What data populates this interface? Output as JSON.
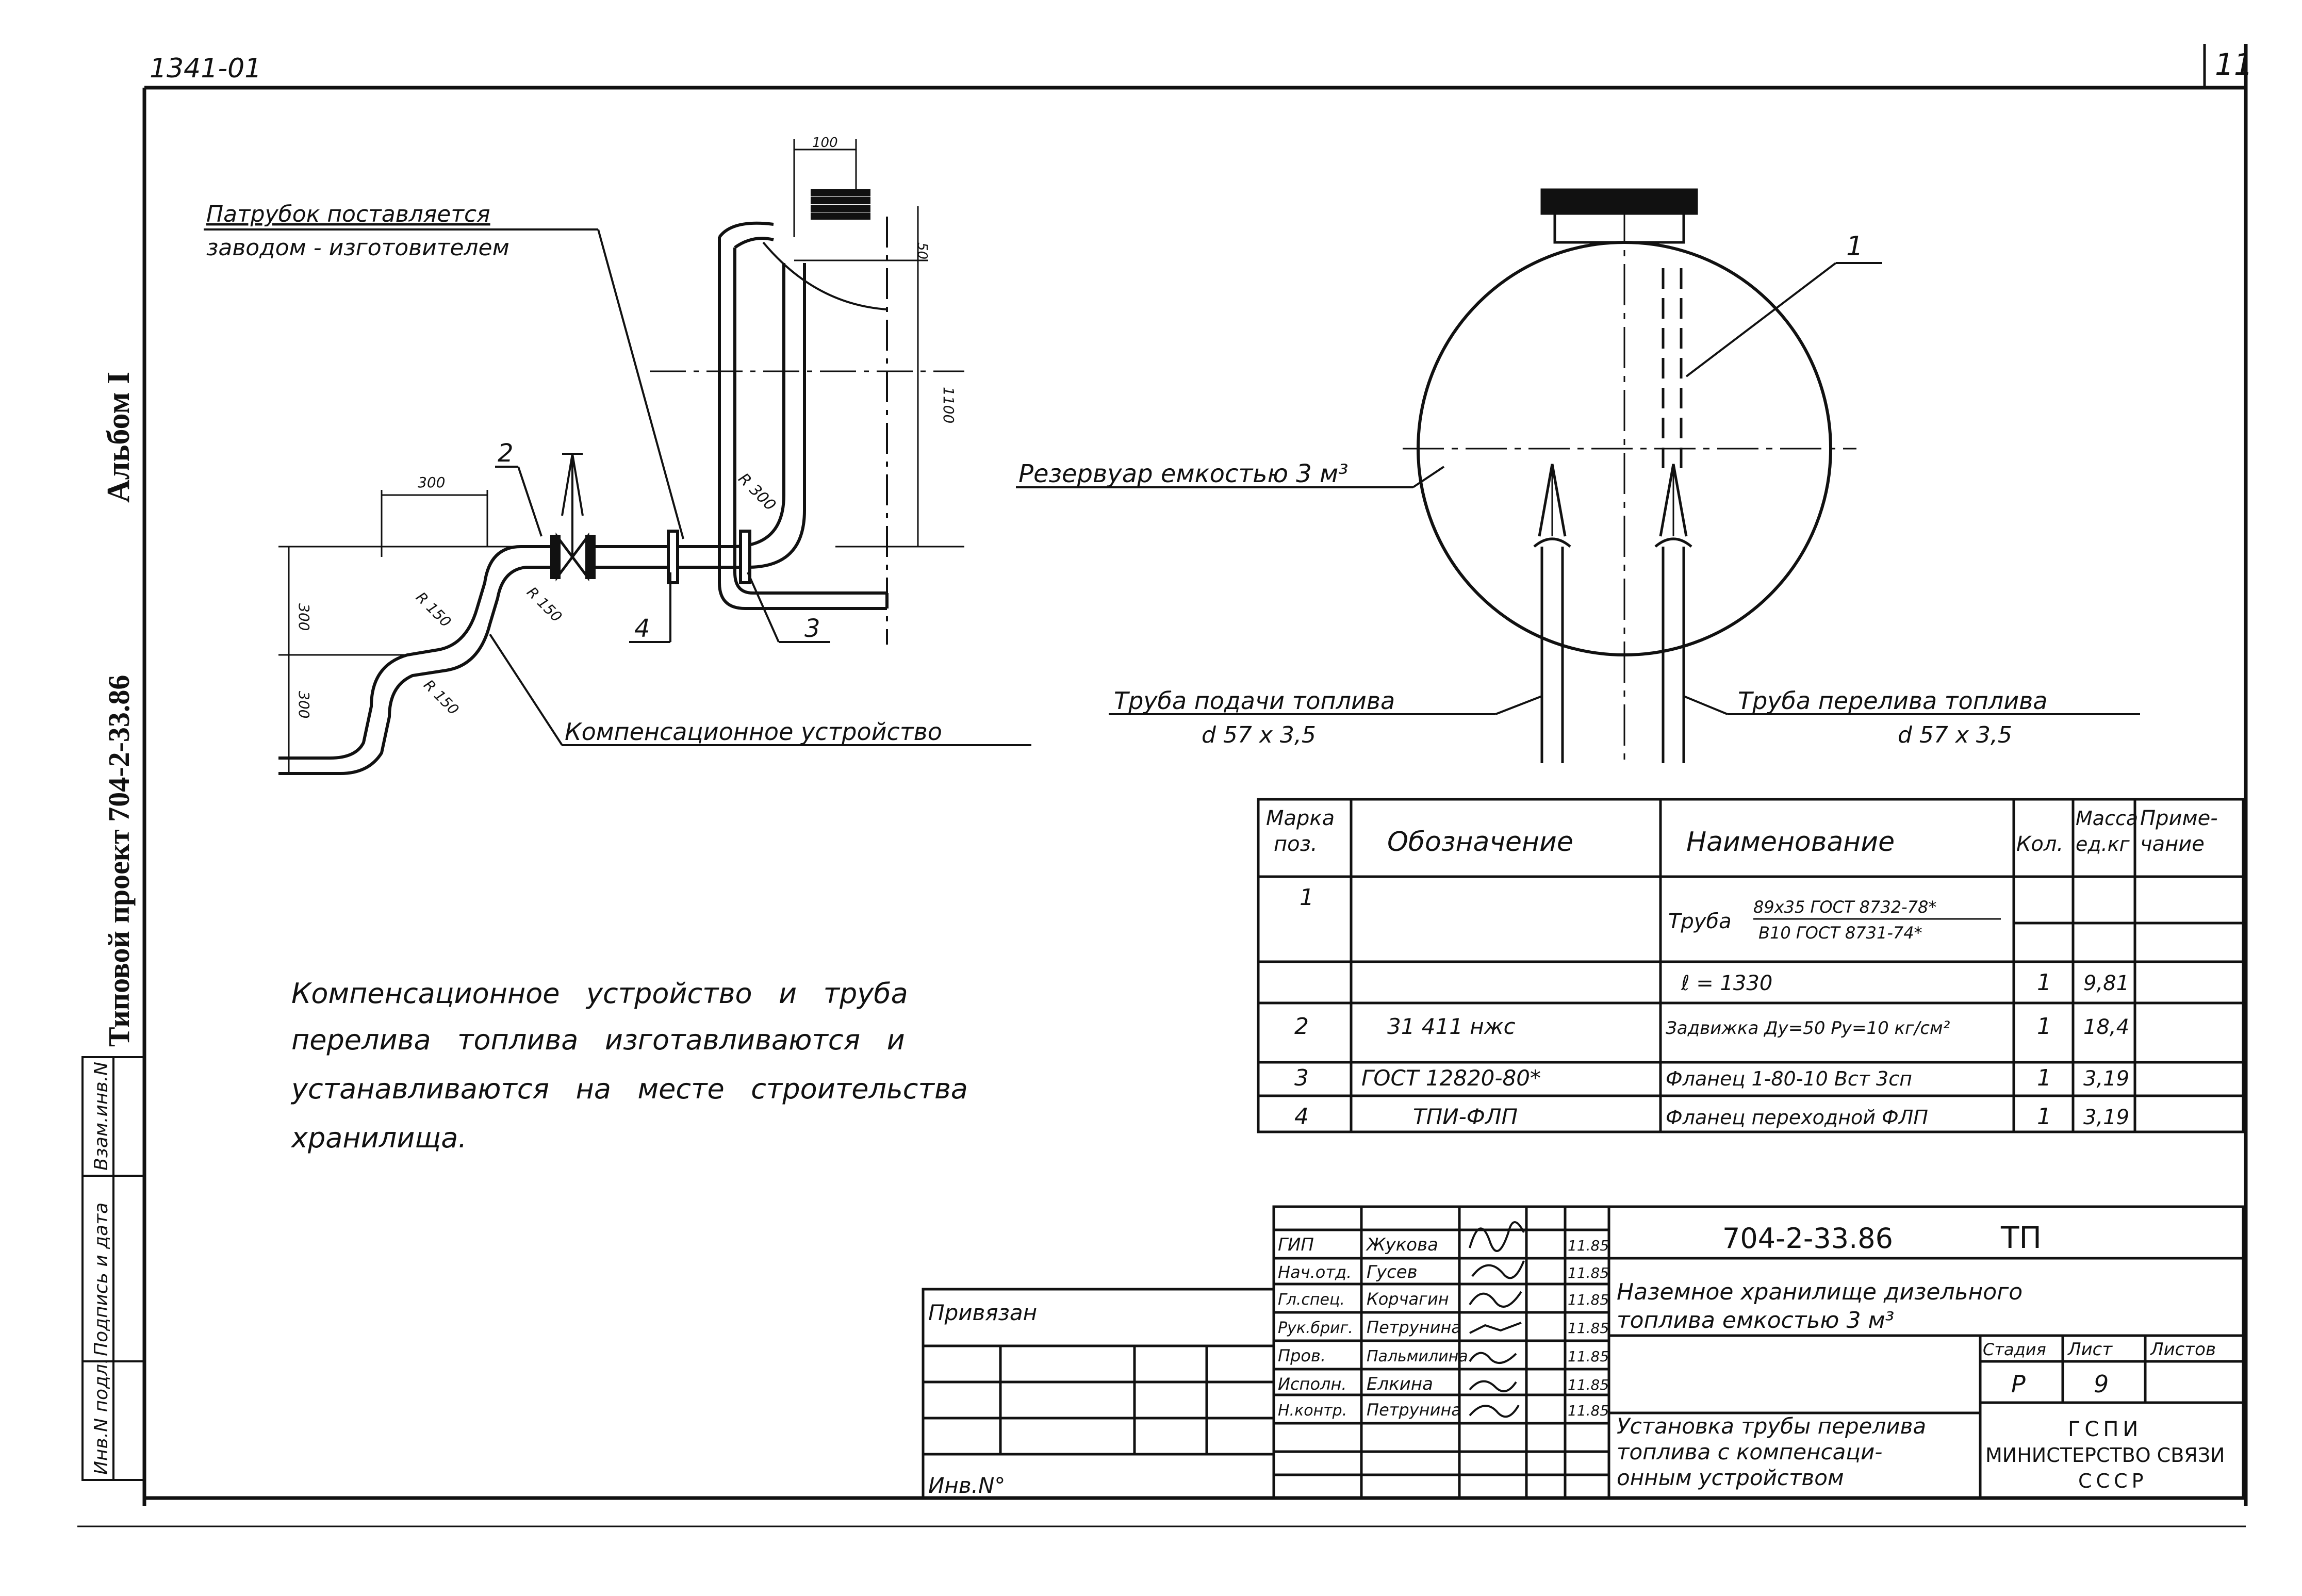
{
  "sheet": {
    "doc_code": "1341-01",
    "sheet_no": "11",
    "album": "Альбом I",
    "project": "Типовой проект 704-2-33.86"
  },
  "side_stamp": {
    "inv_podl": "Инв.N подл.",
    "sign_date": "Подпись и дата",
    "vzam_inv": "Взам.инв.N"
  },
  "left_drawing": {
    "note_line1": "Патрубок поставляется",
    "note_line2": "заводом - изготовителем",
    "label_comp": "Компенсационное устройство",
    "pos_2": "2",
    "pos_3": "3",
    "pos_4": "4",
    "dim_100": "100",
    "dim_50": "50",
    "dim_1100": "1100",
    "dim_300_h": "300",
    "dim_300_v1": "300",
    "dim_300_v2": "300",
    "r300": "R 300",
    "r150_a": "R 150",
    "r150_b": "R 150",
    "r150_c": "R 150"
  },
  "right_drawing": {
    "tank_label": "Резервуар емкостью 3 м³",
    "pos_1": "1",
    "feed_pipe": "Труба подачи топлива",
    "feed_size": "d 57 х 3,5",
    "overflow_pipe": "Труба перелива топлива",
    "overflow_size": "d 57 х 3,5"
  },
  "spec_table": {
    "headers": {
      "mark": [
        "Марка",
        "поз."
      ],
      "designation": "Обозначение",
      "name": "Наименование",
      "qty": "Кол.",
      "mass": [
        "Масса",
        "ед.кг"
      ],
      "note": [
        "Приме-",
        "чание"
      ]
    },
    "rows": [
      {
        "mark": "1",
        "designation": "",
        "name": "Труба",
        "frac_top": "89х35  ГОСТ 8732-78*",
        "frac_bot": "В10  ГОСТ 8731-74*",
        "qty": "",
        "mass": ""
      },
      {
        "mark": "",
        "designation": "",
        "name": "ℓ = 1330",
        "qty": "1",
        "mass": "9,81"
      },
      {
        "mark": "2",
        "designation": "31 411 нжс",
        "name": "Задвижка Ду=50 Ру=10 кг/см²",
        "qty": "1",
        "mass": "18,4"
      },
      {
        "mark": "3",
        "designation": "ГОСТ 12820-80*",
        "name": "Фланец 1-80-10 Вст 3сп",
        "qty": "1",
        "mass": "3,19"
      },
      {
        "mark": "4",
        "designation": "ТПИ-ФЛП",
        "name": "Фланец переходной ФЛП",
        "qty": "1",
        "mass": "3,19"
      }
    ]
  },
  "notes": {
    "line1": "Компенсационное   устройство   и   труба",
    "line2": "перелива   топлива   изготавливаются   и",
    "line3": "устанавливаются   на   месте   строительства",
    "line4": "хранилища."
  },
  "title_block": {
    "code": "704-2-33.86",
    "stage_doc": "ТП",
    "privyazan": "Привязан",
    "inv_no": "Инв.N°",
    "roles": [
      "ГИП",
      "Нач.отд.",
      "Гл.спец.",
      "Рук.бриг.",
      "Пров.",
      "Исполн.",
      "Н.контр."
    ],
    "names": [
      "Жукова",
      "Гусев",
      "Корчагин",
      "Петрунина",
      "Пальмилина",
      "Елкина",
      "Петрунина"
    ],
    "dates": [
      "11.85",
      "11.85",
      "11.85",
      "11.85",
      "11.85",
      "11.85",
      "11.85"
    ],
    "object_title": [
      "Наземное хранилище дизельного",
      "топлива емкостью 3 м³"
    ],
    "sheet_title": [
      "Установка трубы перелива",
      "топлива с компенсаци-",
      "онным устройством"
    ],
    "stage_label": "Стадия",
    "sheet_label": "Лист",
    "sheets_label": "Листов",
    "stage": "Р",
    "sheet": "9",
    "org": [
      "ГСПИ",
      "МИНИСТЕРСТВО СВЯЗИ",
      "СССР"
    ]
  }
}
